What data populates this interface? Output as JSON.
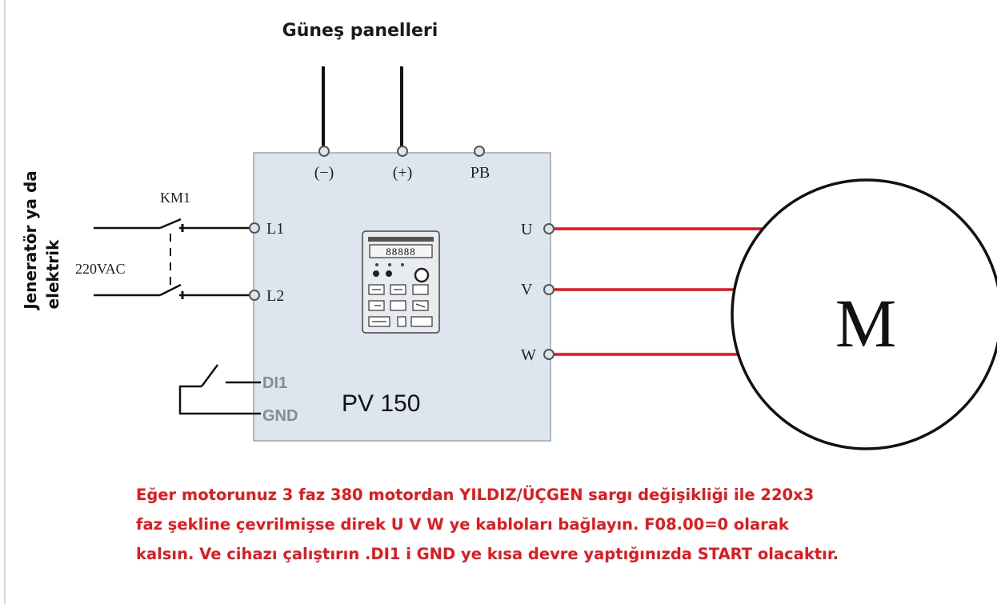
{
  "labels": {
    "solar_panels": "Güneş panelleri",
    "source_line1": "Jeneratör ya da",
    "source_line2": "elektrik",
    "contactor": "KM1",
    "voltage": "220VAC",
    "terminal_neg": "(−)",
    "terminal_pos": "(+)",
    "terminal_pb": "PB",
    "terminal_l1": "L1",
    "terminal_l2": "L2",
    "terminal_u": "U",
    "terminal_v": "V",
    "terminal_w": "W",
    "terminal_di1": "DI1",
    "terminal_gnd": "GND",
    "device_name": "PV 150",
    "motor": "M",
    "keypad_display": "88888"
  },
  "note": {
    "line1": "Eğer motorunuz 3 faz 380 motordan YILDIZ/ÜÇGEN sargı değişikliği ile  220x3",
    "line2": "faz şekline çevrilmişse direk U  V W ye kabloları bağlayın. F08.00=0 olarak",
    "line3": "kalsın. Ve cihazı çalıştırın .DI1 i GND ye kısa devre yaptığınızda START olacaktır."
  },
  "colors": {
    "device_fill": "#dde5ef",
    "motor_wire": "#e0141a",
    "note_text": "#e8171b",
    "terminal_text": "#8a8a8a"
  }
}
